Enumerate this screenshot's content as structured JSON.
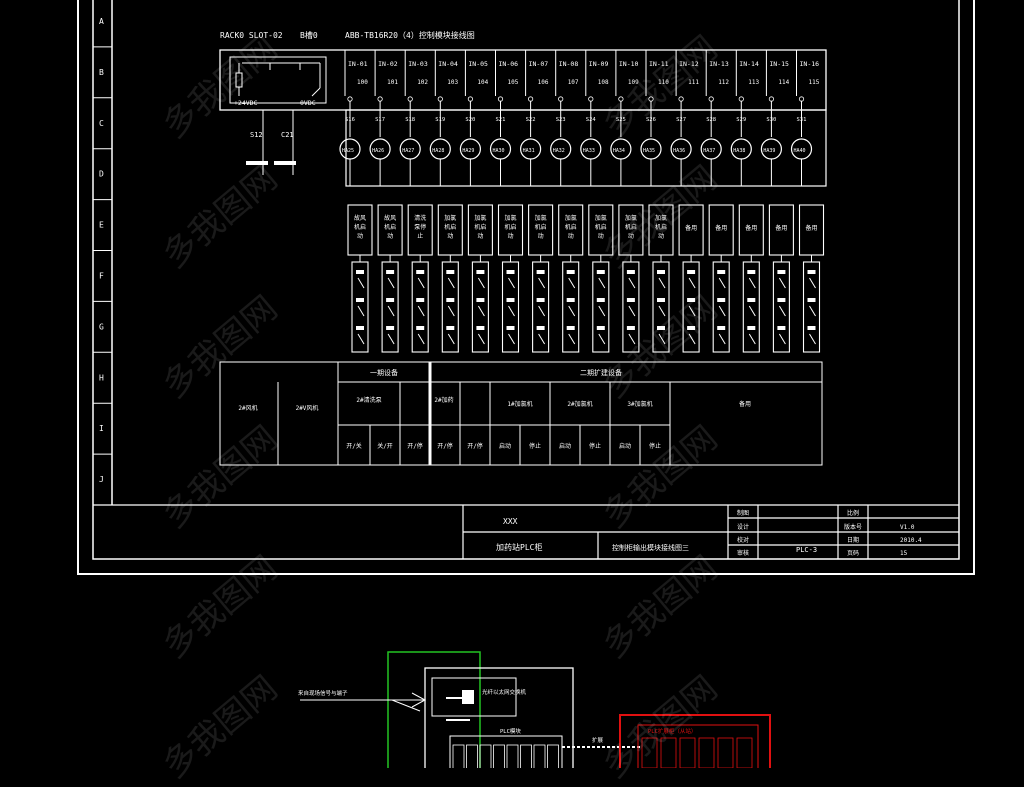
{
  "sheet": {
    "header": {
      "rack": "RACK0 SLOT-02",
      "slot": "B槽0",
      "module": "ABB-TB16R20（4）控制模块接线图"
    },
    "row_letters": [
      "A",
      "B",
      "C",
      "D",
      "E",
      "F",
      "G",
      "H",
      "I",
      "J"
    ],
    "power": {
      "plus": "+24VDC",
      "minus": "0VDC"
    },
    "power_wires": [
      "S12",
      "C21"
    ],
    "channels": [
      {
        "in": "IN-01",
        "term": "100",
        "wire": "S16",
        "lamp": "HA25",
        "desc": "故风机启动"
      },
      {
        "in": "IN-02",
        "term": "101",
        "wire": "S17",
        "lamp": "HA26",
        "desc": "故风机启动"
      },
      {
        "in": "IN-03",
        "term": "102",
        "wire": "S18",
        "lamp": "HA27",
        "desc": "清洗泵停止"
      },
      {
        "in": "IN-04",
        "term": "103",
        "wire": "S19",
        "lamp": "HA28",
        "desc": "加氯机启动"
      },
      {
        "in": "IN-05",
        "term": "104",
        "wire": "S20",
        "lamp": "HA29",
        "desc": "加氯机启动"
      },
      {
        "in": "IN-06",
        "term": "105",
        "wire": "S21",
        "lamp": "HA30",
        "desc": "加氯机启动"
      },
      {
        "in": "IN-07",
        "term": "106",
        "wire": "S22",
        "lamp": "HA31",
        "desc": "加氯机启动"
      },
      {
        "in": "IN-08",
        "term": "107",
        "wire": "S23",
        "lamp": "HA32",
        "desc": "加氯机启动"
      },
      {
        "in": "IN-09",
        "term": "108",
        "wire": "S24",
        "lamp": "HA33",
        "desc": "加氯机启动"
      },
      {
        "in": "IN-10",
        "term": "109",
        "wire": "S25",
        "lamp": "HA34",
        "desc": "加氯机启动"
      },
      {
        "in": "IN-11",
        "term": "110",
        "wire": "S26",
        "lamp": "HA35",
        "desc": "加氯机启动"
      },
      {
        "in": "IN-12",
        "term": "111",
        "wire": "S27",
        "lamp": "HA36",
        "desc": "备用"
      },
      {
        "in": "IN-13",
        "term": "112",
        "wire": "S28",
        "lamp": "HA37",
        "desc": "备用"
      },
      {
        "in": "IN-14",
        "term": "113",
        "wire": "S29",
        "lamp": "HA38",
        "desc": "备用"
      },
      {
        "in": "IN-15",
        "term": "114",
        "wire": "S30",
        "lamp": "HA39",
        "desc": "备用"
      },
      {
        "in": "IN-16",
        "term": "115",
        "wire": "S31",
        "lamp": "HA40",
        "desc": "备用"
      }
    ],
    "table": {
      "group_left": "一期设备",
      "group_right": "二期扩建设备",
      "groups": [
        "2#风机",
        "2#V风机",
        "2#清洗泵",
        "2#加药",
        "1#加氯机",
        "2#加氯机",
        "3#加氯机",
        "备用"
      ],
      "states": [
        "开/关",
        "关/开",
        "开/停",
        "开/停",
        "开/停",
        "启动",
        "停止",
        "启动",
        "停止",
        "启动",
        "停止"
      ]
    },
    "titleblock": {
      "company": "XXX",
      "project": "加药站PLC柜",
      "drawing": "控制柜输出模块接线图三",
      "code": "PLC-3",
      "role_labels": [
        "制图",
        "设计",
        "校对",
        "审核"
      ],
      "info_labels": [
        "比例",
        "版本号",
        "日期",
        "页码"
      ],
      "info_values": [
        "",
        "V1.0",
        "2010.4",
        "15"
      ]
    }
  },
  "lower": {
    "arrow_label": "来自现场信号与端子",
    "switch_label": "光纤以太网交换机",
    "plc_label": "PLC模块",
    "link_label": "扩展",
    "red_label": "PLC扩展柜（从站）"
  },
  "watermark": "多我图网",
  "colors": {
    "background": "#000000",
    "lines": "#ffffff",
    "green_box": "#22c422",
    "red_box": "#e01010"
  }
}
